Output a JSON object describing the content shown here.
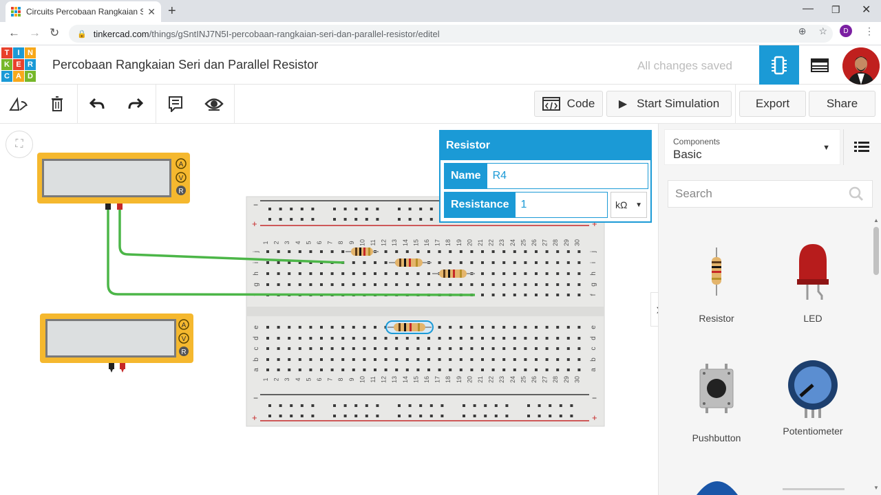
{
  "browser": {
    "tab_title": "Circuits Percobaan Rangkaian Se",
    "url_host": "tinkercad.com",
    "url_path": "/things/gSntINJ7N5I-percobaan-rangkaian-seri-dan-parallel-resistor/editel",
    "profile_initial": "D"
  },
  "header": {
    "logo_letters": [
      "T",
      "I",
      "N",
      "K",
      "E",
      "R",
      "C",
      "A",
      "D"
    ],
    "project_title": "Percobaan Rangkaian Seri dan Parallel Resistor",
    "save_status": "All changes saved"
  },
  "toolbar": {
    "code_label": "Code",
    "simulate_label": "Start Simulation",
    "export_label": "Export",
    "share_label": "Share"
  },
  "inspector": {
    "title": "Resistor",
    "name_label": "Name",
    "name_value": "R4",
    "resistance_label": "Resistance",
    "resistance_value": "1",
    "unit": "kΩ"
  },
  "components_panel": {
    "selector_label": "Components",
    "selector_value": "Basic",
    "search_placeholder": "Search",
    "items": [
      {
        "label": "Resistor"
      },
      {
        "label": "LED"
      },
      {
        "label": "Pushbutton"
      },
      {
        "label": "Potentiometer"
      }
    ]
  },
  "breadboard": {
    "column_numbers": [
      "1",
      "2",
      "3",
      "4",
      "5",
      "6",
      "7",
      "8",
      "9",
      "10",
      "11",
      "12",
      "13",
      "14",
      "15",
      "16",
      "17",
      "18",
      "19",
      "20",
      "21",
      "22",
      "23",
      "24",
      "25",
      "26",
      "27",
      "28",
      "29",
      "30"
    ],
    "top_rows": [
      "j",
      "i",
      "h",
      "g",
      "f"
    ],
    "bottom_rows": [
      "e",
      "d",
      "c",
      "b",
      "a"
    ]
  },
  "multimeter": {
    "mode_labels": [
      "A",
      "V",
      "R"
    ]
  },
  "colors": {
    "accent": "#1b9ad6",
    "wire_green": "#4cb648",
    "multimeter_body": "#f5b82e"
  }
}
